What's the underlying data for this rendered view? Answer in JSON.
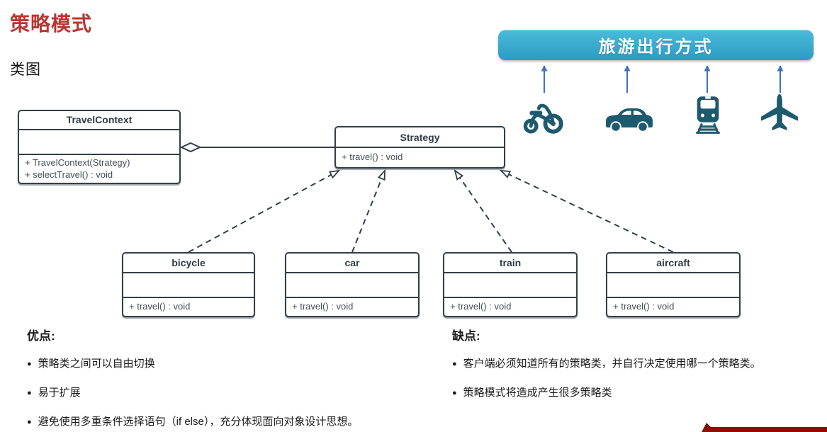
{
  "page": {
    "title": "策略模式",
    "subtitle": "类图"
  },
  "banner": {
    "label": "旅游出行方式"
  },
  "diagram": {
    "classes": [
      {
        "name": "TravelContext",
        "attributes": [],
        "methods": [
          "+ TravelContext(Strategy)",
          "+ selectTravel() : void"
        ]
      },
      {
        "name": "Strategy",
        "attributes": [],
        "methods": [
          "+ travel() : void"
        ]
      },
      {
        "name": "bicycle",
        "attributes": [],
        "methods": [
          "+ travel() : void"
        ]
      },
      {
        "name": "car",
        "attributes": [],
        "methods": [
          "+ travel() : void"
        ]
      },
      {
        "name": "train",
        "attributes": [],
        "methods": [
          "+ travel() : void"
        ]
      },
      {
        "name": "aircraft",
        "attributes": [],
        "methods": [
          "+ travel() : void"
        ]
      }
    ],
    "relations": [
      {
        "type": "aggregation",
        "from": "TravelContext",
        "to": "Strategy"
      },
      {
        "type": "realization",
        "from": "bicycle",
        "to": "Strategy"
      },
      {
        "type": "realization",
        "from": "car",
        "to": "Strategy"
      },
      {
        "type": "realization",
        "from": "train",
        "to": "Strategy"
      },
      {
        "type": "realization",
        "from": "aircraft",
        "to": "Strategy"
      }
    ]
  },
  "transport_icons": [
    "bicycle",
    "car",
    "train",
    "aircraft"
  ],
  "pros": {
    "heading": "优点:",
    "bullet": "●",
    "items": [
      "策略类之间可以自由切换",
      "易于扩展",
      "避免使用多重条件选择语句（if else），充分体现面向对象设计思想。"
    ]
  },
  "cons": {
    "heading": "缺点:",
    "bullet": "●",
    "items": [
      "客户端必须知道所有的策略类，并自行决定使用哪一个策略类。",
      "策略模式将造成产生很多策略类"
    ]
  },
  "colors": {
    "accent_red": "#B93631",
    "banner_blue_top": "#4BBBDA",
    "banner_blue_bottom": "#2B9BC3",
    "icon_teal": "#1E5A6E",
    "arrow_blue": "#4472C4",
    "box_border": "#333F48",
    "ribbon_red": "#8F0D04"
  }
}
